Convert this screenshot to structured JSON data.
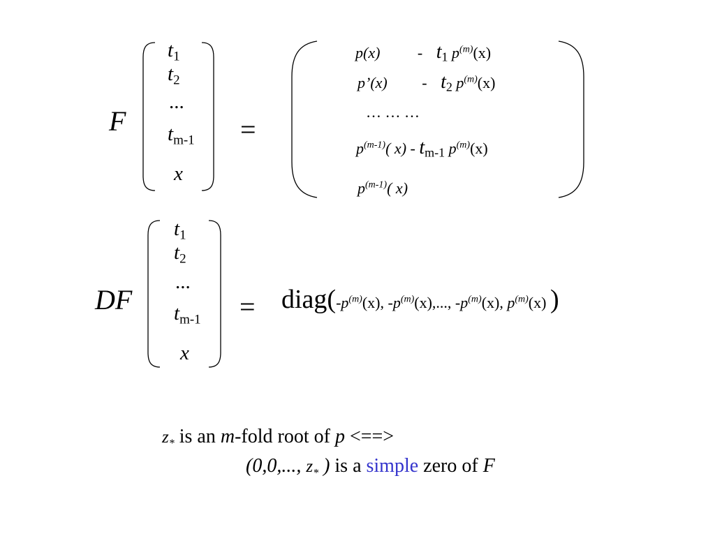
{
  "top_equation": {
    "operator": "F",
    "vector": [
      {
        "base": "t",
        "sub": "1"
      },
      {
        "base": "t",
        "sub": "2"
      },
      {
        "base": "...",
        "sub": ""
      },
      {
        "base": "t",
        "sub": "m-1"
      },
      {
        "base": "x",
        "sub": ""
      }
    ],
    "equals": "=",
    "rows": {
      "r1": {
        "a": "p(x)",
        "sep": "-",
        "t": "t",
        "tsub": "1",
        "p": "p",
        "sup": "(m)",
        "arg": "(x)"
      },
      "r2": {
        "a": "p’(x)",
        "sep": "-",
        "t": "t",
        "tsub": "2",
        "p": "p",
        "sup": "(m)",
        "arg": "(x)"
      },
      "r3": {
        "text": "… … …"
      },
      "r4": {
        "p": "p",
        "sup": "(m-1)",
        "arg": "( x)",
        "sep": "-",
        "t": "t",
        "tsub": "m-1",
        "p2": "p",
        "sup2": "(m)",
        "arg2": "(x)"
      },
      "r5": {
        "p": "p",
        "sup": "(m-1)",
        "arg": "( x)"
      }
    }
  },
  "bottom_equation": {
    "operator": "DF",
    "vector": [
      {
        "base": "t",
        "sub": "1"
      },
      {
        "base": "t",
        "sub": "2"
      },
      {
        "base": "...",
        "sub": ""
      },
      {
        "base": "t",
        "sub": "m-1"
      },
      {
        "base": "x",
        "sub": ""
      }
    ],
    "equals": "=",
    "diag": {
      "fn": "diag(",
      "close": ")",
      "terms": [
        {
          "pre": "-",
          "p": "p",
          "sup": "(m)",
          "arg": "(x)",
          "post": ", "
        },
        {
          "pre": "-",
          "p": "p",
          "sup": "(m)",
          "arg": "(x)",
          "post": ",..., "
        },
        {
          "pre": "-",
          "p": "p",
          "sup": "(m)",
          "arg": "(x)",
          "post": ", "
        },
        {
          "pre": "",
          "p": "p",
          "sup": "(m)",
          "arg": "(x)",
          "post": " "
        }
      ]
    }
  },
  "statement": {
    "line1": {
      "z": "z",
      "zsub": "*",
      "t1": " is an ",
      "m": "m",
      "t2": "-fold root of ",
      "p": "p",
      "t3": " <==>"
    },
    "line2": {
      "tuple": "(0,0,..., ",
      "z": "z",
      "zsub": "*",
      "tuple_close": " )",
      "t1": " is a ",
      "accent_word": "simple",
      "t2": " zero of ",
      "F": "F"
    }
  },
  "colors": {
    "text": "#000000",
    "background": "#ffffff",
    "accent": "#3333cc"
  }
}
